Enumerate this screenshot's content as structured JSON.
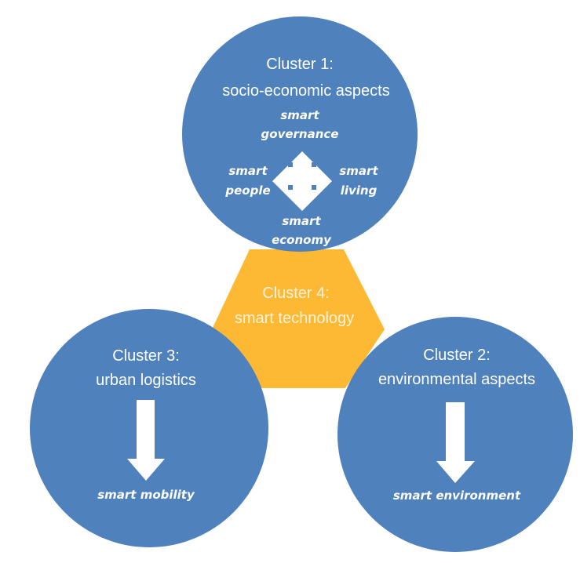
{
  "colors": {
    "cluster_blue": "#4f81bd",
    "technology_orange": "#fdb933",
    "arrow_white": "#ffffff",
    "text_white": "#ffffff"
  },
  "clusters": {
    "socio_economic": {
      "title_line1": "Cluster 1:",
      "title_line2": "socio-economic  aspects",
      "icon": "four-way-arrow-icon",
      "items": {
        "top_line1": "smart",
        "top_line2": "governance",
        "left_line1": "smart",
        "left_line2": "people",
        "right_line1": "smart",
        "right_line2": "living",
        "bottom_line1": "smart",
        "bottom_line2": "economy"
      }
    },
    "environmental": {
      "title_line1": "Cluster 2:",
      "title_line2": "environmental aspects",
      "icon": "down-arrow-icon",
      "item": "smart environment"
    },
    "urban_logistics": {
      "title_line1": "Cluster 3:",
      "title_line2": "urban logistics",
      "icon": "down-arrow-icon",
      "item": "smart mobility"
    },
    "technology": {
      "title_line1": "Cluster 4:",
      "title_line2": "smart technology"
    }
  }
}
